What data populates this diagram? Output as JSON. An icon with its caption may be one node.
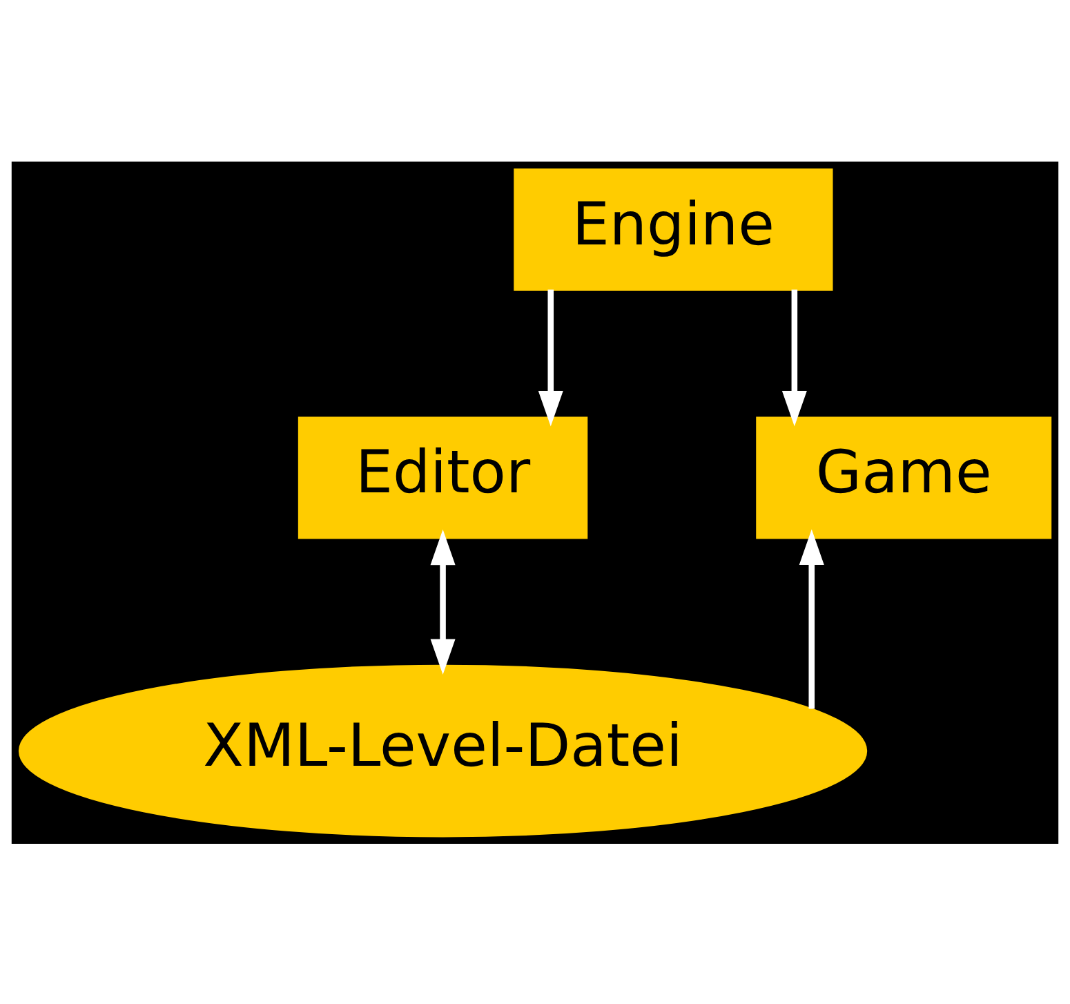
{
  "diagram": {
    "nodes": [
      {
        "text": [
          "Engine"
        ]
      },
      {
        "text": [
          "Editor"
        ]
      },
      {
        "text": [
          "Game"
        ]
      },
      {
        "text": [
          "XML-Level-Datei"
        ]
      }
    ],
    "edges": [
      {
        "from": 0,
        "to": 1,
        "arrow": "to"
      },
      {
        "from": 0,
        "to": 2,
        "arrow": "to"
      },
      {
        "from": 1,
        "to": 3,
        "arrow": "both"
      },
      {
        "from": 3,
        "to": 2,
        "arrow": "to"
      }
    ]
  }
}
